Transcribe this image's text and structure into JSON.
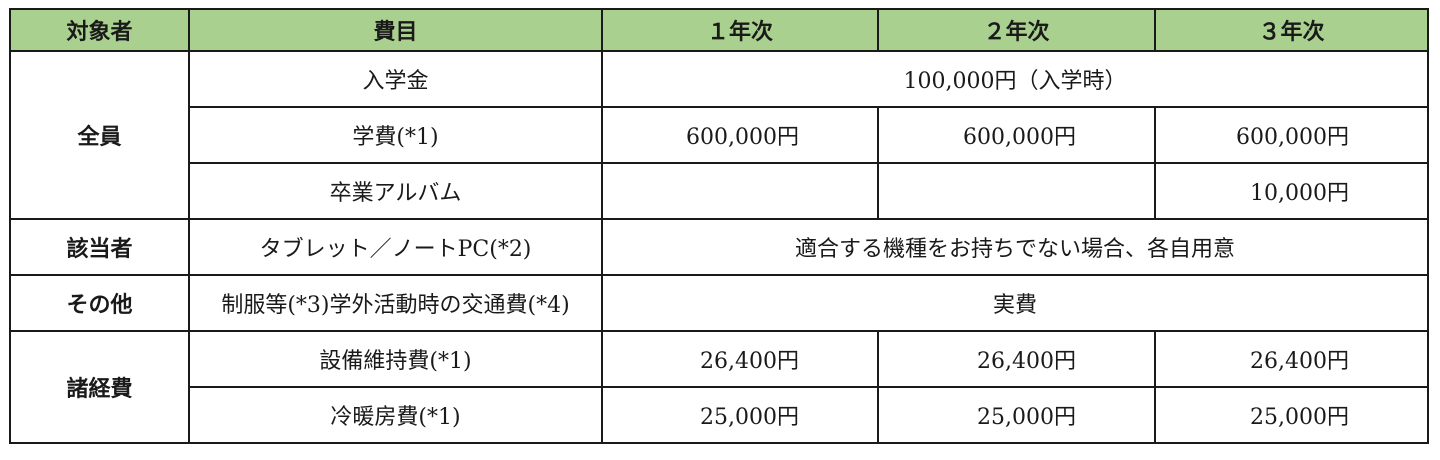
{
  "header": {
    "target": "対象者",
    "item": "費目",
    "year1": "１年次",
    "year2": "２年次",
    "year3": "３年次"
  },
  "groups": {
    "all": "全員",
    "applicable": "該当者",
    "other": "その他",
    "misc": "諸経費"
  },
  "rows": {
    "admission": {
      "item": "入学金",
      "span_value": "100,000円（入学時）"
    },
    "tuition": {
      "item": "学費(*1)",
      "year1": "600,000円",
      "year2": "600,000円",
      "year3": "600,000円"
    },
    "album": {
      "item": "卒業アルバム",
      "year1": "",
      "year2": "",
      "year3": "10,000円"
    },
    "device": {
      "item": "タブレット／ノートPC(*2)",
      "span_value": "適合する機種をお持ちでない場合、各自用意"
    },
    "uniform": {
      "item": "制服等(*3)学外活動時の交通費(*4)",
      "span_value": "実費"
    },
    "facility": {
      "item": "設備維持費(*1)",
      "year1": "26,400円",
      "year2": "26,400円",
      "year3": "26,400円"
    },
    "aircon": {
      "item": "冷暖房費(*1)",
      "year1": "25,000円",
      "year2": "25,000円",
      "year3": "25,000円"
    }
  }
}
